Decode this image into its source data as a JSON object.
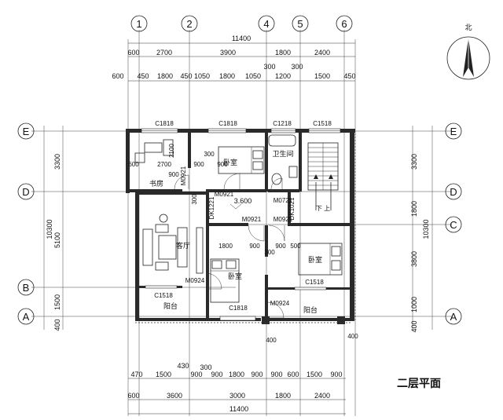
{
  "title": "二层平面",
  "north_label": "北",
  "axes": {
    "numbers": [
      "1",
      "2",
      "4",
      "5",
      "6"
    ],
    "letters": [
      "E",
      "D",
      "C",
      "B",
      "A"
    ]
  },
  "dims": {
    "top_total": "11400",
    "top_row1": [
      "600",
      "2700",
      "3900",
      "1800",
      "2400"
    ],
    "top_row2": [
      "600",
      "450",
      "1800",
      "450",
      "1050",
      "1800",
      "1050",
      "1200",
      "1500",
      "450"
    ],
    "top_300a": "300",
    "top_300b": "300",
    "bottom_total": "11400",
    "bottom_row2": [
      "600",
      "3600",
      "3000",
      "1800",
      "2400"
    ],
    "bottom_row1": [
      "470",
      "1500",
      "900",
      "900",
      "1800",
      "900",
      "900",
      "600",
      "1500",
      "900"
    ],
    "bottom_430": "430",
    "bottom_300": "300",
    "left_total": "10300",
    "left_parts": [
      "3300",
      "5100",
      "1500"
    ],
    "left_400": "400",
    "right_total": "10300",
    "right_parts": [
      "3300",
      "1800",
      "3800",
      "1000"
    ],
    "right_400": "400"
  },
  "windows": [
    "C1818",
    "C1818",
    "C1218",
    "C1518",
    "C1518",
    "C1518",
    "C1818"
  ],
  "doors": [
    "M0921",
    "M0721",
    "M0921",
    "M0921",
    "M0924",
    "M0924",
    "M0921",
    "DK1221",
    "DK1021"
  ],
  "rooms": {
    "study": "书房",
    "bedroom1": "卧室",
    "bathroom": "卫生间",
    "living": "客厅",
    "bedroom2": "卧室",
    "bedroom3": "卧室",
    "balcony1": "阳台",
    "balcony2": "阳台",
    "stair": "下  上"
  },
  "elevation": "3.600",
  "inner_dims": {
    "study_2100": "2100",
    "study_600": "600",
    "study_2700": "2700",
    "study_900": "900",
    "bed1_300": "300",
    "bed1_900a": "900",
    "bed1_900b": "900",
    "living_300": "300",
    "bed2_1800": "1800",
    "bed2_900": "900",
    "bed3_300": "300",
    "bed3_900": "900",
    "bed3_500": "500",
    "bot_400a": "400",
    "bot_400b": "400"
  }
}
